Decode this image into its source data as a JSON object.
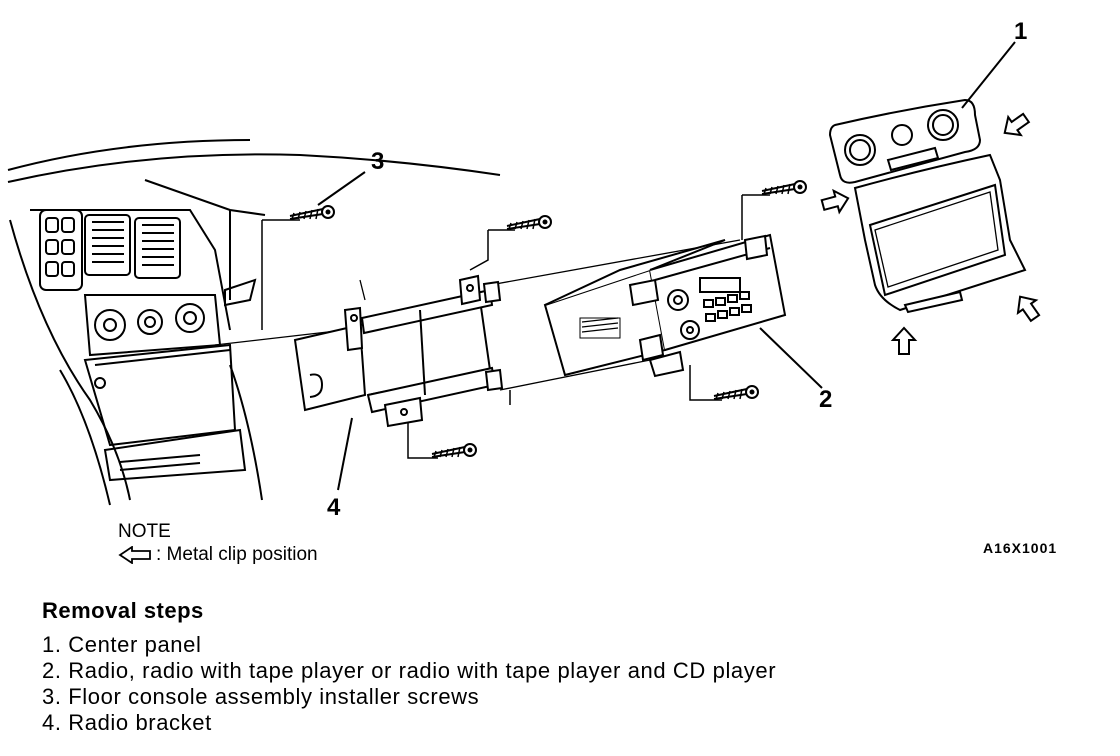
{
  "callouts": {
    "c1": "1",
    "c2": "2",
    "c3": "3",
    "c4": "4"
  },
  "note": {
    "title": "NOTE",
    "legend_text": ": Metal clip position"
  },
  "figure_code": "A16X1001",
  "steps": {
    "title": "Removal steps",
    "items": [
      "1. Center panel",
      "2. Radio, radio with tape player or radio with tape player and CD player",
      "3. Floor console assembly installer screws",
      "4. Radio bracket"
    ]
  }
}
